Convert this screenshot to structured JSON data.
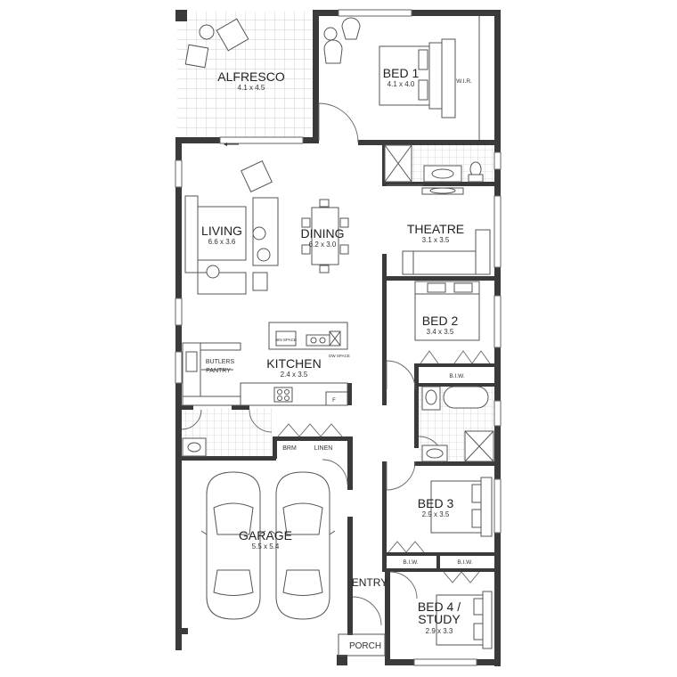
{
  "rooms": {
    "alfresco": {
      "name": "ALFRESCO",
      "dims": "4.1 x 4.5"
    },
    "bed1": {
      "name": "BED 1",
      "dims": "4.1 x 4.0",
      "wir": "W.I.R."
    },
    "theatre": {
      "name": "THEATRE",
      "dims": "3.1 x 3.5"
    },
    "living": {
      "name": "LIVING",
      "dims": "6.6 x 3.6"
    },
    "dining": {
      "name": "DINING",
      "dims": "6.2 x 3.0"
    },
    "bed2": {
      "name": "BED 2",
      "dims": "3.4 x 3.5",
      "biw": "B.I.W."
    },
    "kitchen": {
      "name": "KITCHEN",
      "dims": "2.4 x 3.5",
      "fridge": "F",
      "bin": "BIN SPACE",
      "dw": "DW SPACE"
    },
    "butlers": {
      "line1": "BUTLERS",
      "line2": "PANTRY"
    },
    "brm": {
      "name": "BRM"
    },
    "linen": {
      "name": "LINEN"
    },
    "garage": {
      "name": "GARAGE",
      "dims": "5.5 x 5.4"
    },
    "bed3": {
      "name": "BED 3",
      "dims": "2.9 x 3.5",
      "biw_left": "B.I.W.",
      "biw_right": "B.I.W."
    },
    "entry": {
      "name": "ENTRY"
    },
    "bed4": {
      "line1": "BED 4 /",
      "line2": "STUDY",
      "dims": "2.9 x 3.3"
    },
    "porch": {
      "name": "PORCH"
    }
  }
}
